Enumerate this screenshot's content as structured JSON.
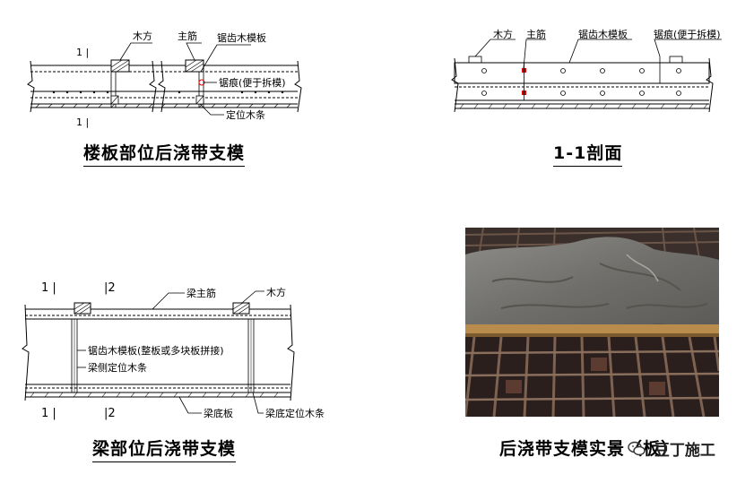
{
  "diagram1": {
    "labels": {
      "section_mark_top": "1 |",
      "section_mark_bottom": "1 |",
      "timber": "木方",
      "main_rebar": "主筋",
      "saw_board": "锯齿木模板",
      "saw_mark": "锯痕(便于拆模)",
      "locating_strip": "定位木条"
    },
    "caption": "楼板部位后浇带支模"
  },
  "diagram2": {
    "labels": {
      "timber": "木方",
      "main_rebar": "主筋",
      "saw_board": "锯齿木模板",
      "saw_mark": "锯痕(便于拆模)"
    },
    "caption": "1-1剖面"
  },
  "diagram3": {
    "labels": {
      "mark1_top": "1 |",
      "mark2_top": "|2",
      "mark1_bottom": "1 |",
      "mark2_bottom": "|2",
      "beam_rebar": "梁主筋",
      "timber": "木方",
      "saw_board": "锯齿木模板(整板或多块板拼接)",
      "side_strip": "梁侧定位木条",
      "bottom_board": "梁底板",
      "bottom_strip": "梁底定位木条"
    },
    "caption": "梁部位后浇带支模"
  },
  "photo": {
    "caption": "后浇带支模实景（板）"
  },
  "watermark": {
    "text": "豆丁施工"
  },
  "colors": {
    "line": "#000000",
    "red_marker": "#e00000",
    "hatch": "#000000"
  }
}
